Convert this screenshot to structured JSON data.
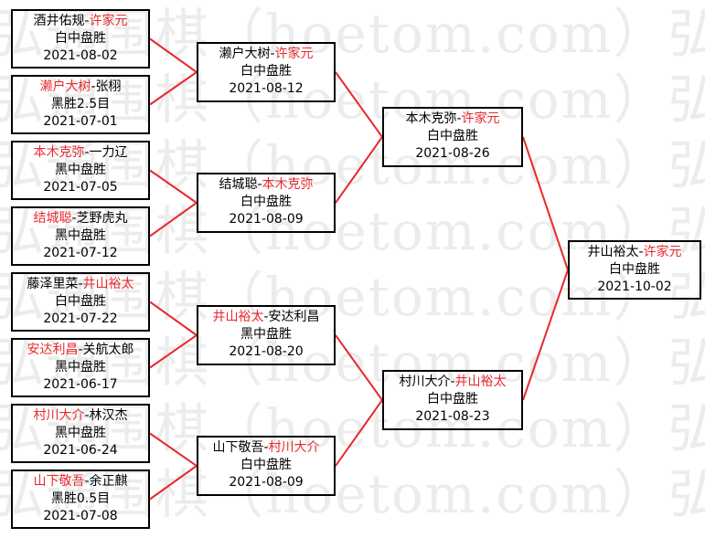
{
  "colors": {
    "winner": "#e8292e",
    "line": "#e8292e",
    "border": "#000000",
    "watermark": "#ececec"
  },
  "watermark": {
    "lines": [
      "弘通围棋（hoetom.com）弘通",
      "弘通围棋（hoetom.com）弘通",
      "弘通围棋（hoetom.com）弘通",
      "弘通围棋（hoetom.com）弘通",
      "弘通围棋（hoetom.com）弘通",
      "弘通围棋（hoetom.com）弘通",
      "弘通围棋（hoetom.com）弘通",
      "弘通围棋（hoetom.com）弘通"
    ]
  },
  "matches": [
    {
      "p1": "酒井佑规",
      "p2": "许家元",
      "winner": 2,
      "result": "白中盘胜",
      "date": "2021-08-02"
    },
    {
      "p1": "濑户大树",
      "p2": "张栩",
      "winner": 1,
      "result": "黑胜2.5目",
      "date": "2021-07-01"
    },
    {
      "p1": "本木克弥",
      "p2": "一力辽",
      "winner": 1,
      "result": "黑中盘胜",
      "date": "2021-07-05"
    },
    {
      "p1": "结城聪",
      "p2": "芝野虎丸",
      "winner": 1,
      "result": "黑中盘胜",
      "date": "2021-07-12"
    },
    {
      "p1": "藤泽里菜",
      "p2": "井山裕太",
      "winner": 2,
      "result": "白中盘胜",
      "date": "2021-07-22"
    },
    {
      "p1": "安达利昌",
      "p2": "关航太郎",
      "winner": 1,
      "result": "黑中盘胜",
      "date": "2021-06-17"
    },
    {
      "p1": "村川大介",
      "p2": "林汉杰",
      "winner": 1,
      "result": "黑中盘胜",
      "date": "2021-06-24"
    },
    {
      "p1": "山下敬吾",
      "p2": "余正麒",
      "winner": 1,
      "result": "黑胜0.5目",
      "date": "2021-07-08"
    },
    {
      "p1": "濑户大树",
      "p2": "许家元",
      "winner": 2,
      "result": "白中盘胜",
      "date": "2021-08-12"
    },
    {
      "p1": "结城聪",
      "p2": "本木克弥",
      "winner": 2,
      "result": "白中盘胜",
      "date": "2021-08-09"
    },
    {
      "p1": "井山裕太",
      "p2": "安达利昌",
      "winner": 1,
      "result": "黑中盘胜",
      "date": "2021-08-20"
    },
    {
      "p1": "山下敬吾",
      "p2": "村川大介",
      "winner": 2,
      "result": "白中盘胜",
      "date": "2021-08-09"
    },
    {
      "p1": "本木克弥",
      "p2": "许家元",
      "winner": 2,
      "result": "白中盘胜",
      "date": "2021-08-26"
    },
    {
      "p1": "村川大介",
      "p2": "井山裕太",
      "winner": 2,
      "result": "白中盘胜",
      "date": "2021-08-23"
    },
    {
      "p1": "井山裕太",
      "p2": "许家元",
      "winner": 2,
      "result": "白中盘胜",
      "date": "2021-10-02"
    }
  ]
}
